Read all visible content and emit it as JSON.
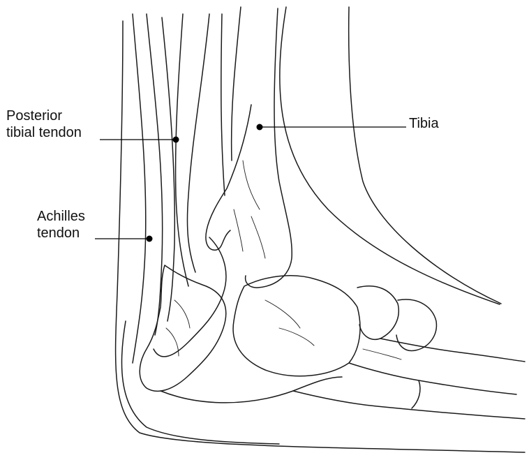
{
  "labels": {
    "posterior_tibial_tendon": [
      "Posterior",
      "tibial tendon"
    ],
    "achilles_tendon": [
      "Achilles",
      "tendon"
    ],
    "tibia": "Tibia"
  },
  "colors": {
    "ink": "#1a1a1a",
    "background": "#ffffff"
  }
}
